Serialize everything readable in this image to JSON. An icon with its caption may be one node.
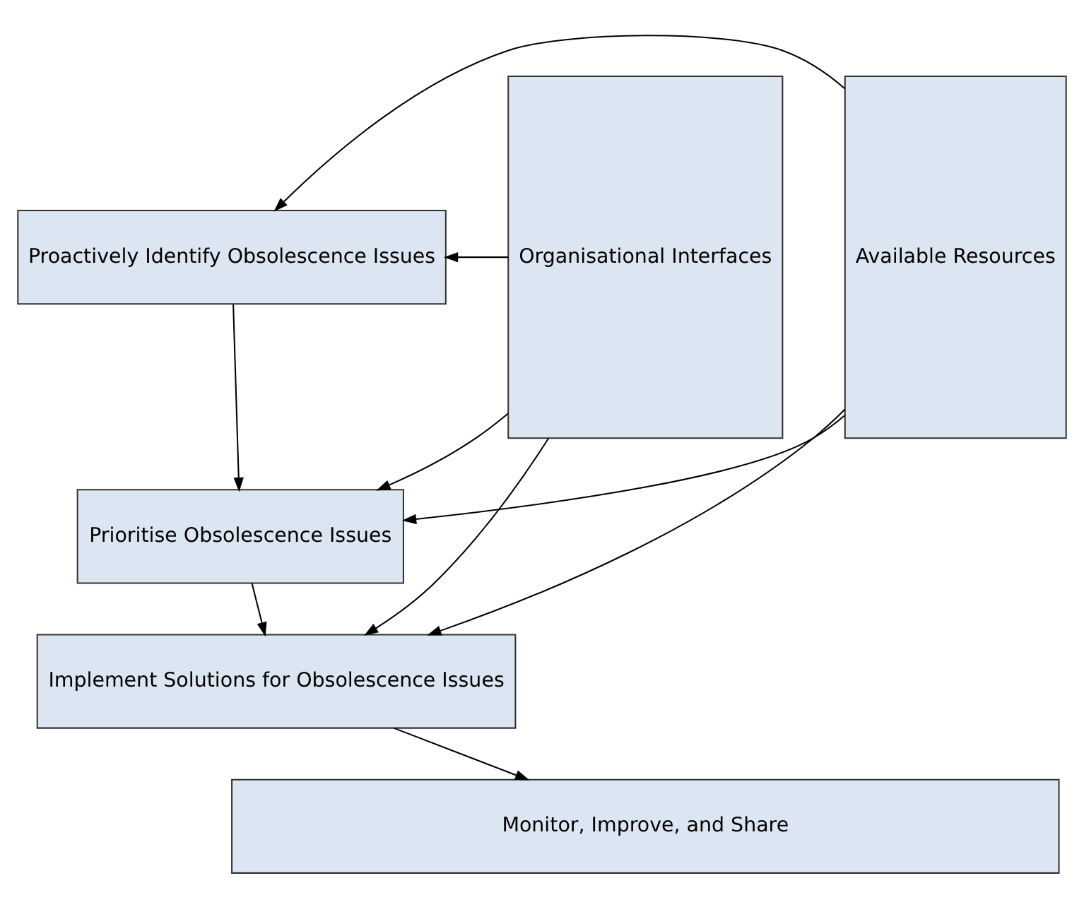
{
  "diagram": {
    "nodes": [
      {
        "text": [
          "Organisational Interfaces"
        ]
      },
      {
        "text": [
          "Proactively Identify Obsolescence Issues"
        ]
      },
      {
        "text": [
          "Prioritise Obsolescence Issues"
        ]
      },
      {
        "text": [
          "Implement Solutions for Obsolescence Issues"
        ]
      },
      {
        "text": [
          "Available Resources"
        ]
      },
      {
        "text": [
          "Monitor, Improve, and Share"
        ]
      }
    ],
    "edges": [
      {
        "from": 0,
        "to": 1,
        "arrow": "to"
      },
      {
        "from": 0,
        "to": 2,
        "arrow": "to"
      },
      {
        "from": 0,
        "to": 3,
        "arrow": "to"
      },
      {
        "from": 4,
        "to": 1,
        "arrow": "to"
      },
      {
        "from": 4,
        "to": 2,
        "arrow": "to"
      },
      {
        "from": 4,
        "to": 3,
        "arrow": "to"
      },
      {
        "from": 1,
        "to": 2,
        "arrow": "to"
      },
      {
        "from": 2,
        "to": 3,
        "arrow": "to"
      },
      {
        "from": 3,
        "to": 5,
        "arrow": "to"
      }
    ]
  }
}
